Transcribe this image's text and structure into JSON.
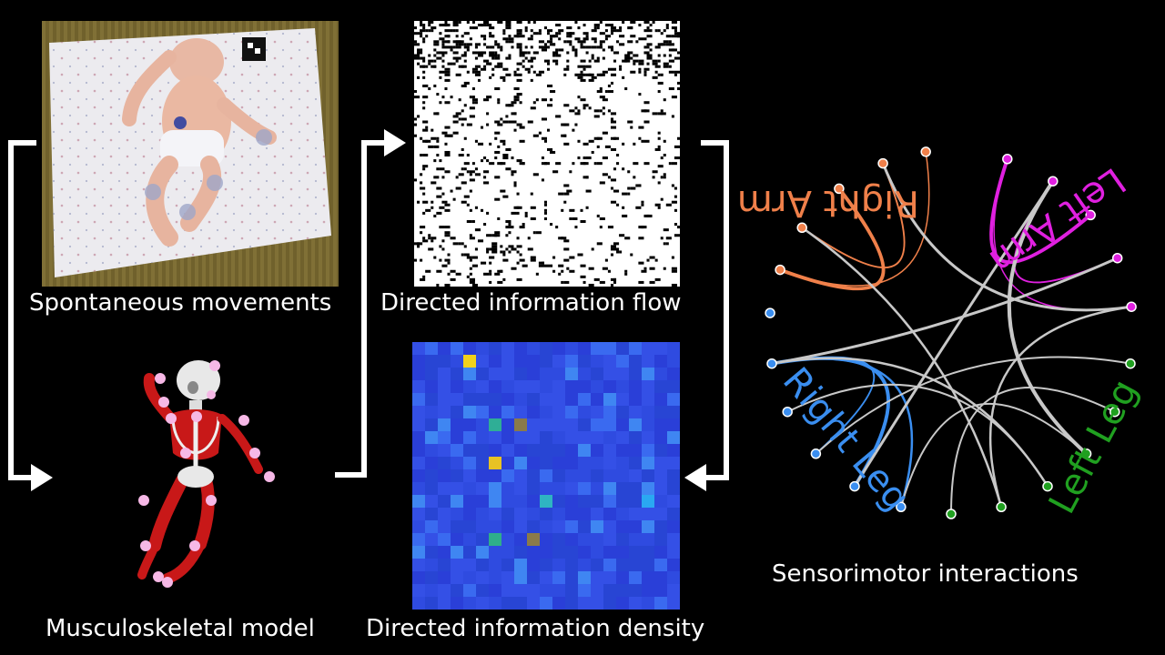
{
  "captions": {
    "photo": "Spontaneous movements",
    "flow": "Directed information flow",
    "model": "Musculoskeletal model",
    "density": "Directed information density",
    "circle": "Sensorimotor interactions"
  },
  "circle_labels": {
    "right_arm": "Right Arm",
    "left_arm": "Left Arm",
    "right_leg": "Right Leg",
    "left_leg": "Left Leg"
  },
  "colors": {
    "right_arm": "#f0804a",
    "left_arm": "#e020e0",
    "right_leg": "#3a8ef0",
    "left_leg": "#20a020",
    "background": "#000000",
    "chord": "#c8c8c8"
  },
  "icons": [
    "arrow-right-icon",
    "arrow-left-icon"
  ]
}
